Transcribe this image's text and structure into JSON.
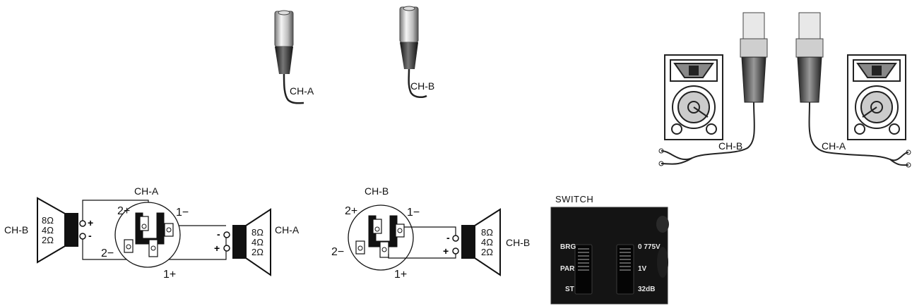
{
  "labels": {
    "xlr_a": "CH-A",
    "xlr_b": "CH-B",
    "speakon_b": "CH-B",
    "speakon_a": "CH-A"
  },
  "wiring1": {
    "title": "CH-A",
    "left_channel": "CH-B",
    "right_channel": "CH-A",
    "pin_2plus": "2+",
    "pin_1minus": "1−",
    "pin_2minus": "2−",
    "pin_1plus": "1+",
    "left_imp": [
      "8Ω",
      "4Ω",
      "2Ω"
    ],
    "right_imp": [
      "8Ω",
      "4Ω",
      "2Ω"
    ]
  },
  "wiring2": {
    "title": "CH-B",
    "right_channel": "CH-B",
    "pin_2plus": "2+",
    "pin_1minus": "1−",
    "pin_2minus": "2−",
    "pin_1plus": "1+",
    "right_imp": [
      "8Ω",
      "4Ω",
      "2Ω"
    ]
  },
  "switch": {
    "title": "SWITCH",
    "left_labels": [
      "BRG",
      "PAR",
      "ST"
    ],
    "right_labels": [
      "0 775V",
      "1V",
      "32dB"
    ]
  }
}
